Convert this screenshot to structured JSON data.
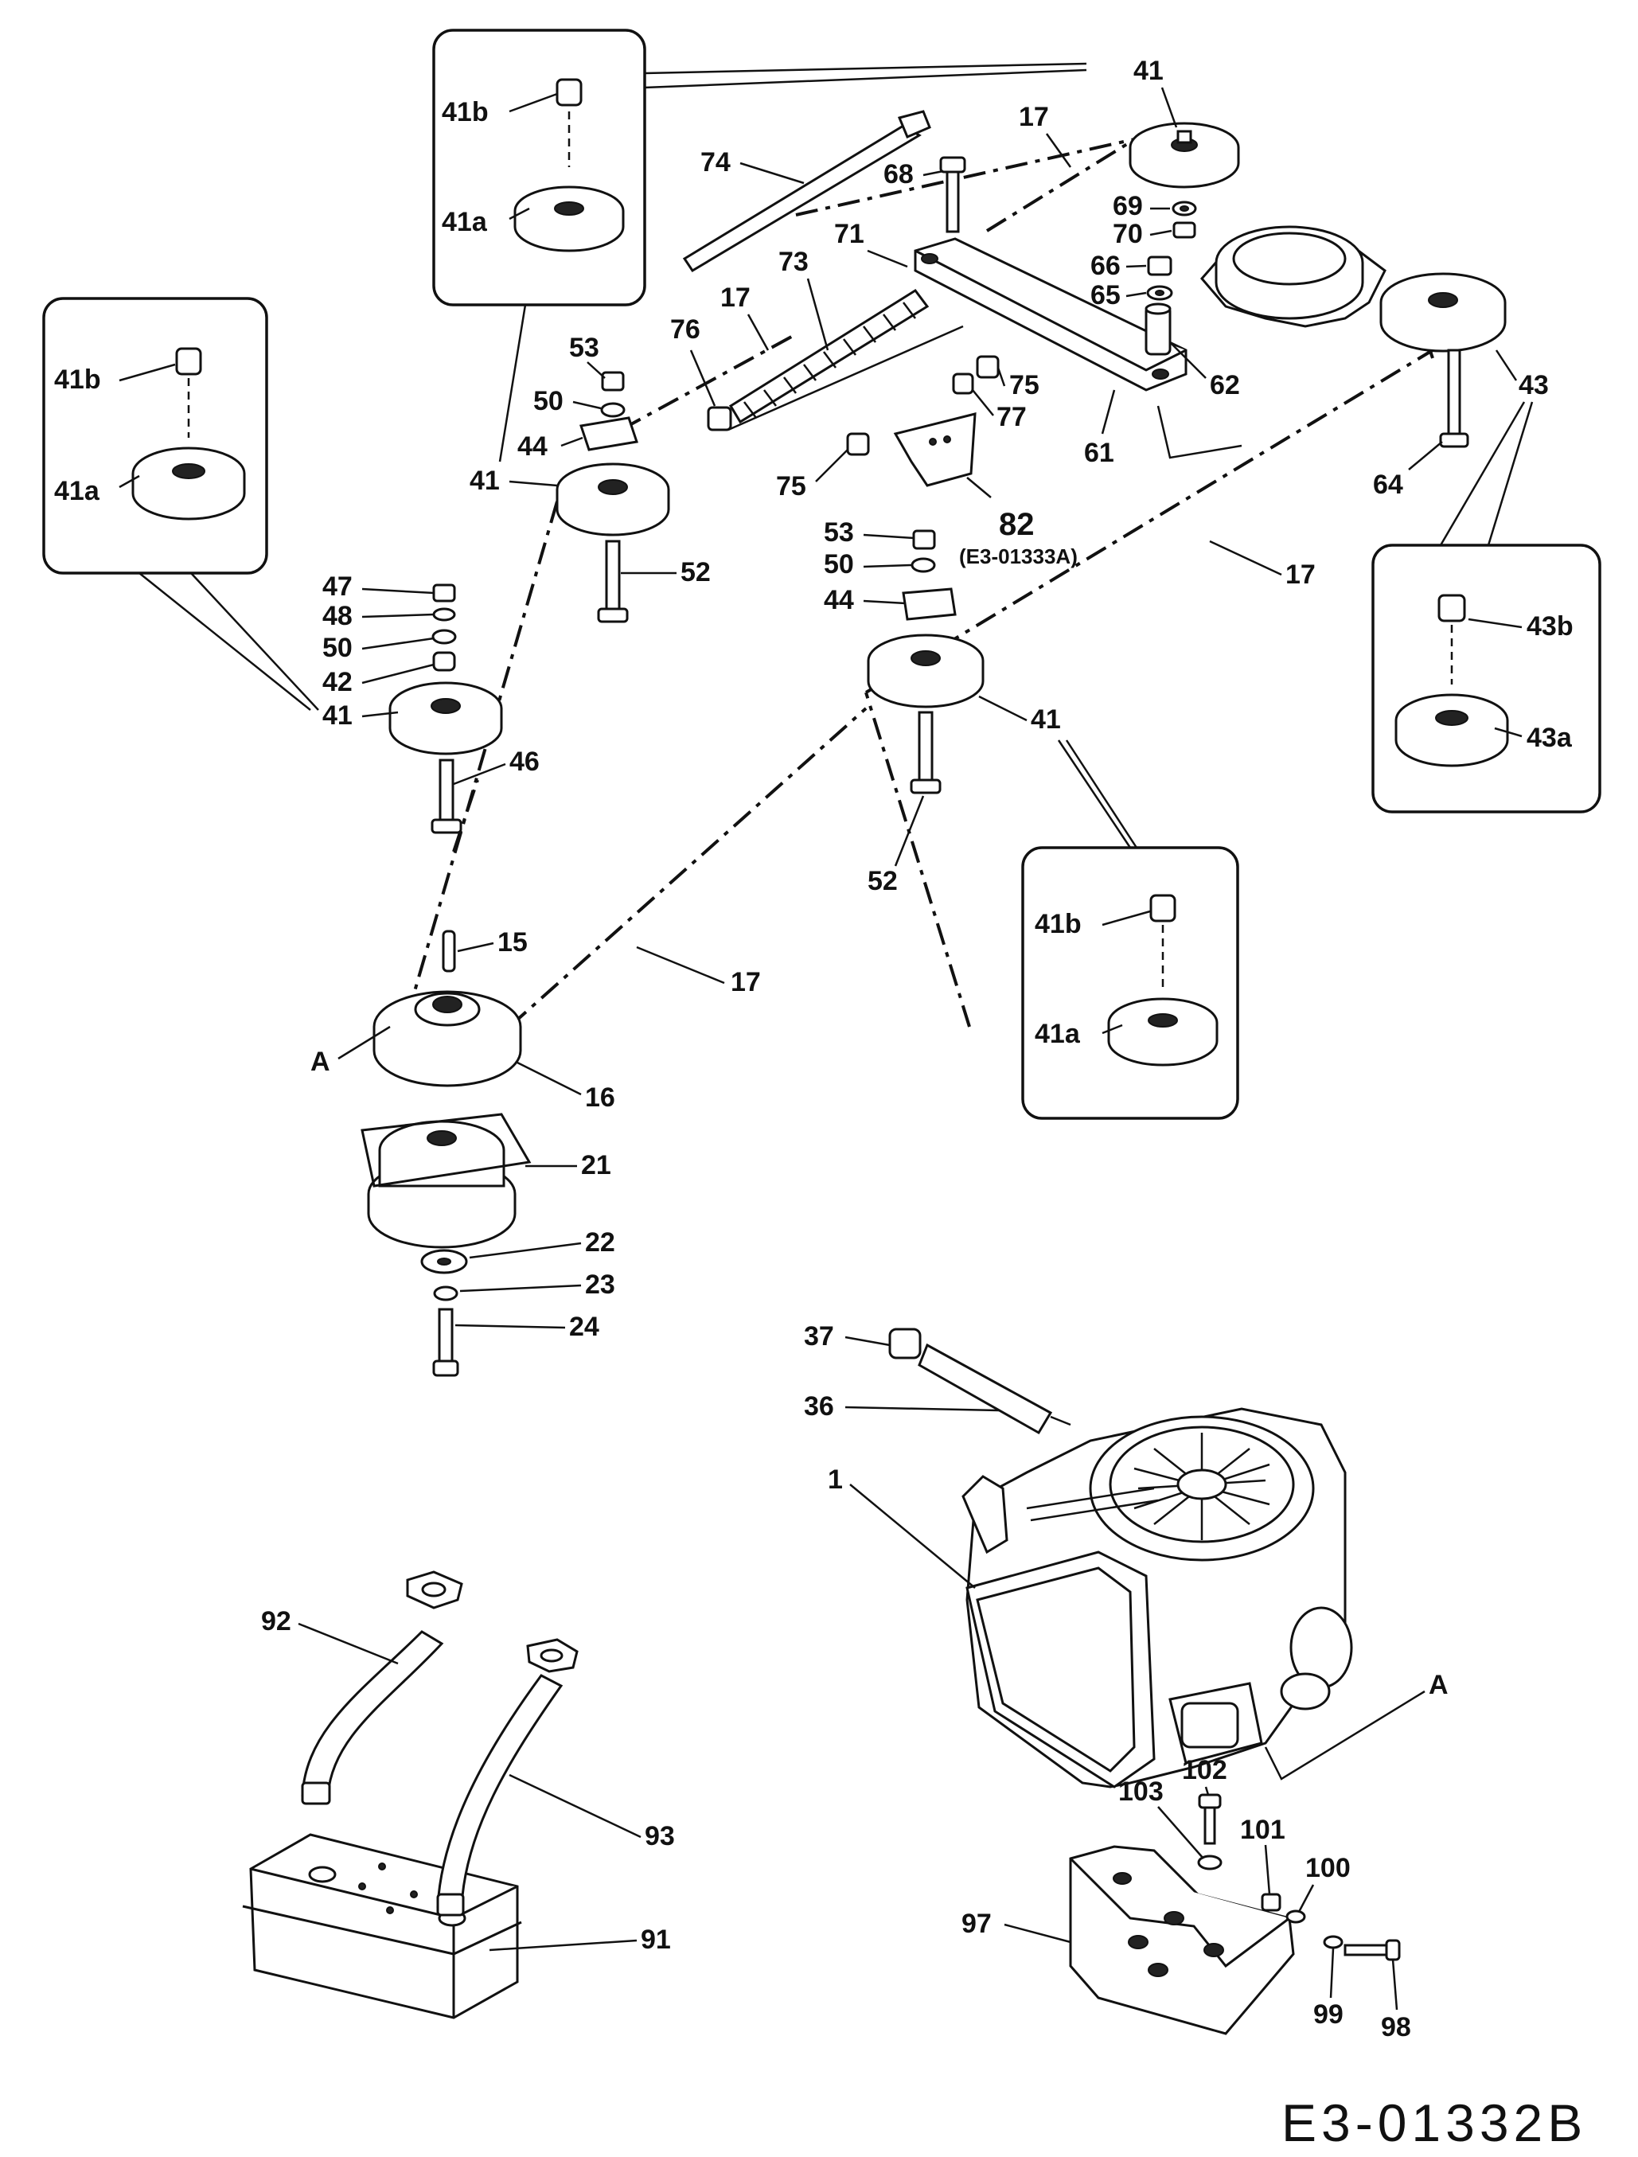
{
  "drawing_number": "E3-01332B",
  "reference_note": "(E3-01333A)",
  "labels": {
    "p1": "1",
    "p15": "15",
    "p16": "16",
    "p17": "17",
    "p21": "21",
    "p22": "22",
    "p23": "23",
    "p24": "24",
    "p36": "36",
    "p37": "37",
    "p41": "41",
    "p41a": "41a",
    "p41b": "41b",
    "p42": "42",
    "p43": "43",
    "p43a": "43a",
    "p43b": "43b",
    "p44": "44",
    "p46": "46",
    "p47": "47",
    "p48": "48",
    "p50": "50",
    "p52": "52",
    "p53": "53",
    "p61": "61",
    "p62": "62",
    "p64": "64",
    "p65": "65",
    "p66": "66",
    "p68": "68",
    "p69": "69",
    "p70": "70",
    "p71": "71",
    "p73": "73",
    "p74": "74",
    "p75": "75",
    "p76": "76",
    "p77": "77",
    "p82": "82",
    "p91": "91",
    "p92": "92",
    "p93": "93",
    "p97": "97",
    "p98": "98",
    "p99": "99",
    "p100": "100",
    "p101": "101",
    "p102": "102",
    "p103": "103",
    "pA": "A"
  }
}
